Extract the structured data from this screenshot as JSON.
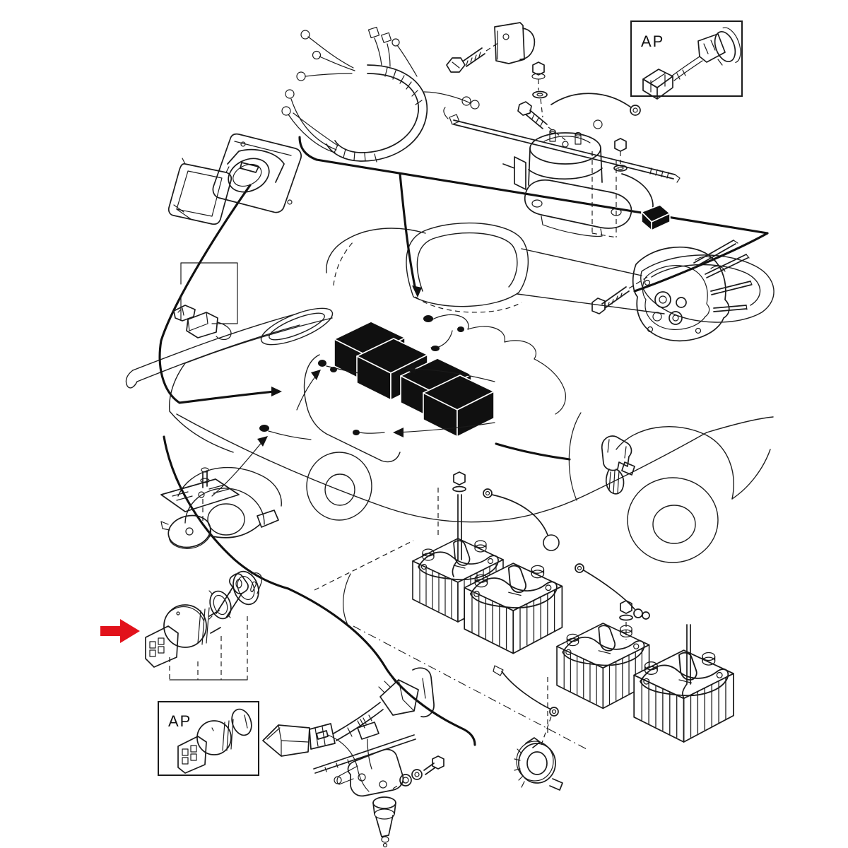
{
  "diagram": {
    "background_color": "#ffffff",
    "line_color": "#1a1a1a",
    "insets": {
      "top_right": {
        "label": "AP"
      },
      "bottom_left": {
        "label": "AP"
      }
    },
    "callout_arrow": {
      "shape": "right-arrow",
      "color": "#e2121b",
      "points_to": "key-switch-assembly"
    },
    "parts": [
      {
        "name": "charger-receptacle"
      },
      {
        "name": "main-wire-harness"
      },
      {
        "name": "mounting-bolt-and-clamp"
      },
      {
        "name": "linkage-rod"
      },
      {
        "name": "solenoid-assembly"
      },
      {
        "name": "adapter-harness-top-inset"
      },
      {
        "name": "speed-switch"
      },
      {
        "name": "golf-cart-body"
      },
      {
        "name": "installed-battery-boxes"
      },
      {
        "name": "fuse-holder"
      },
      {
        "name": "reverse-buzzer"
      },
      {
        "name": "key-switch-assembly"
      },
      {
        "name": "key-switch-bottom-inset"
      },
      {
        "name": "wire-adapter"
      },
      {
        "name": "limit-switch"
      },
      {
        "name": "wire-clip"
      },
      {
        "name": "steering-column-clamp"
      },
      {
        "name": "battery-set"
      },
      {
        "name": "battery-cables"
      }
    ]
  }
}
